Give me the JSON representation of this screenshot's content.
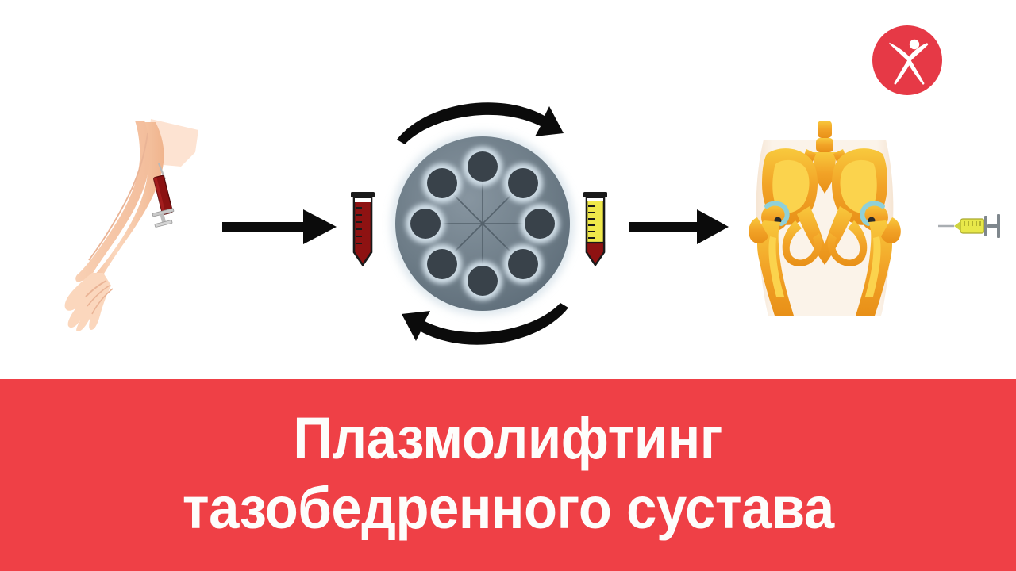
{
  "page": {
    "background_color": "#ffffff",
    "banner_color": "#ef4046",
    "text_color": "#fdfdfb"
  },
  "banner": {
    "line1": "Плазмолифтинг",
    "line2": "тазобедренного сустава"
  },
  "logo": {
    "name": "clinic-logo",
    "shape": "red-circle-with-white-human-figure",
    "circle_color": "#e63946",
    "figure_color": "#ffffff"
  },
  "diagram": {
    "steps": [
      {
        "id": "blood-draw",
        "icon": "arm-with-syringe",
        "skin_color": "#f6c9a8",
        "syringe_fluid_color": "#8b1212"
      },
      {
        "id": "arrow-1",
        "icon": "arrow-right",
        "color": "#0b0b0b"
      },
      {
        "id": "whole-blood-tube",
        "icon": "test-tube",
        "fluid_color": "#8e1212",
        "cap_color": "#1a1a1a"
      },
      {
        "id": "centrifuge",
        "icon": "centrifuge-rotor",
        "body_color": "#6e7d88",
        "hole_color": "#39424a",
        "rim_color": "#c9d8e2",
        "hole_count": 8,
        "rotation_arrows": 2
      },
      {
        "id": "plasma-tube",
        "icon": "test-tube-separated",
        "plasma_color": "#efe84a",
        "cells_color": "#8e1212",
        "cap_color": "#1a1a1a"
      },
      {
        "id": "arrow-2",
        "icon": "arrow-right",
        "color": "#0b0b0b"
      },
      {
        "id": "hip-joint",
        "icon": "pelvis-anatomy",
        "bone_color": "#f5a623",
        "highlight_color": "#fbd34d",
        "body_color": "#f7e3cd"
      },
      {
        "id": "plasma-injection",
        "icon": "syringe-plasma",
        "fluid_color": "#e8e84a",
        "body_color": "#8b8f93"
      }
    ]
  }
}
